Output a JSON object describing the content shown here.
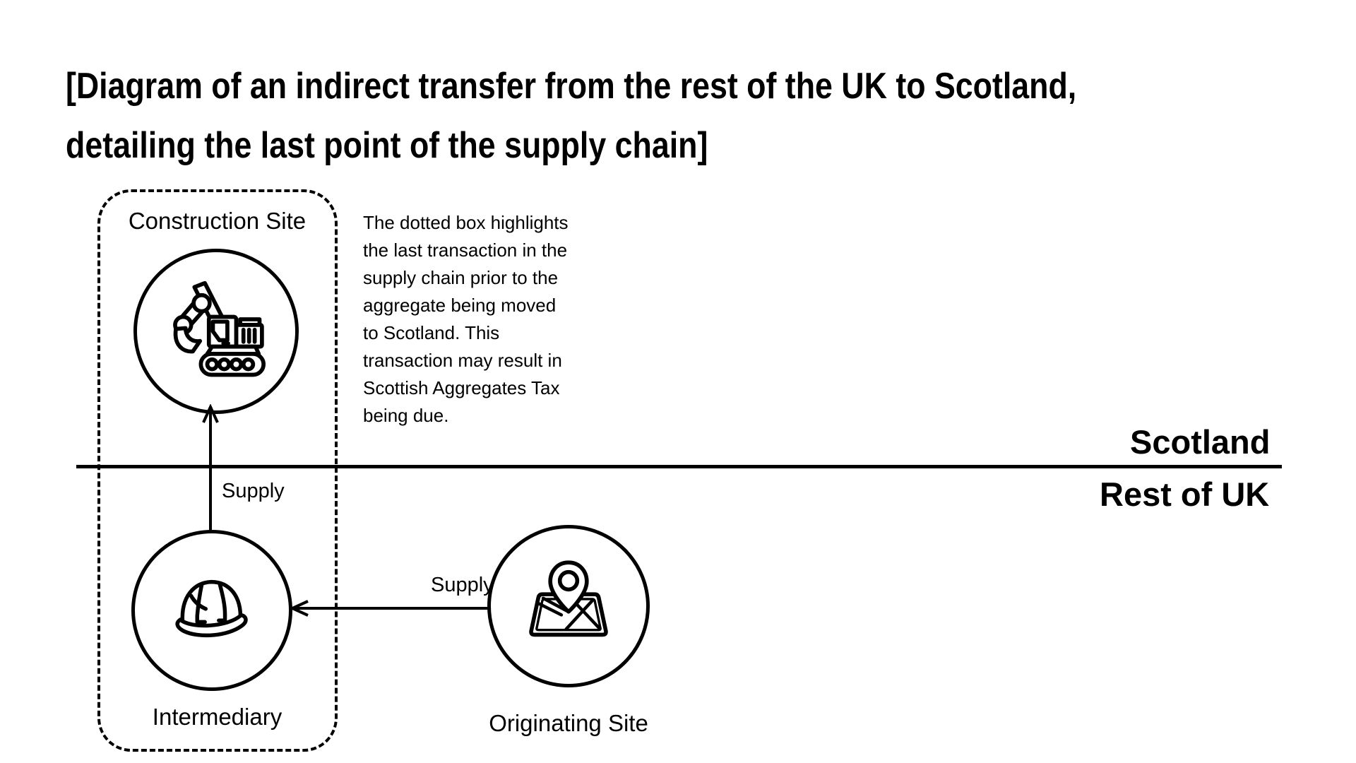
{
  "colors": {
    "ink": "#000000",
    "background": "#ffffff"
  },
  "title": {
    "line1": "[Diagram of an indirect transfer from the rest of the UK to Scotland,",
    "line2": "detailing the last point of the supply chain]"
  },
  "regions": {
    "top_label": "Scotland",
    "bottom_label": "Rest of UK"
  },
  "nodes": {
    "construction": {
      "label": "Construction Site",
      "icon": "excavator-icon"
    },
    "intermediary": {
      "label": "Intermediary",
      "icon": "hard-hat-icon"
    },
    "originating": {
      "label": "Originating Site",
      "icon": "map-location-pin-icon"
    }
  },
  "arrows": {
    "intermediary_to_construction": {
      "label": "Supply"
    },
    "originating_to_intermediary": {
      "label": "Supply"
    }
  },
  "annotation": {
    "lines": [
      "The dotted box highlights",
      "the last transaction in the",
      "supply chain prior to the",
      "aggregate being moved",
      "to Scotland. This",
      "transaction may result in",
      "Scottish Aggregates Tax",
      "being due."
    ]
  }
}
